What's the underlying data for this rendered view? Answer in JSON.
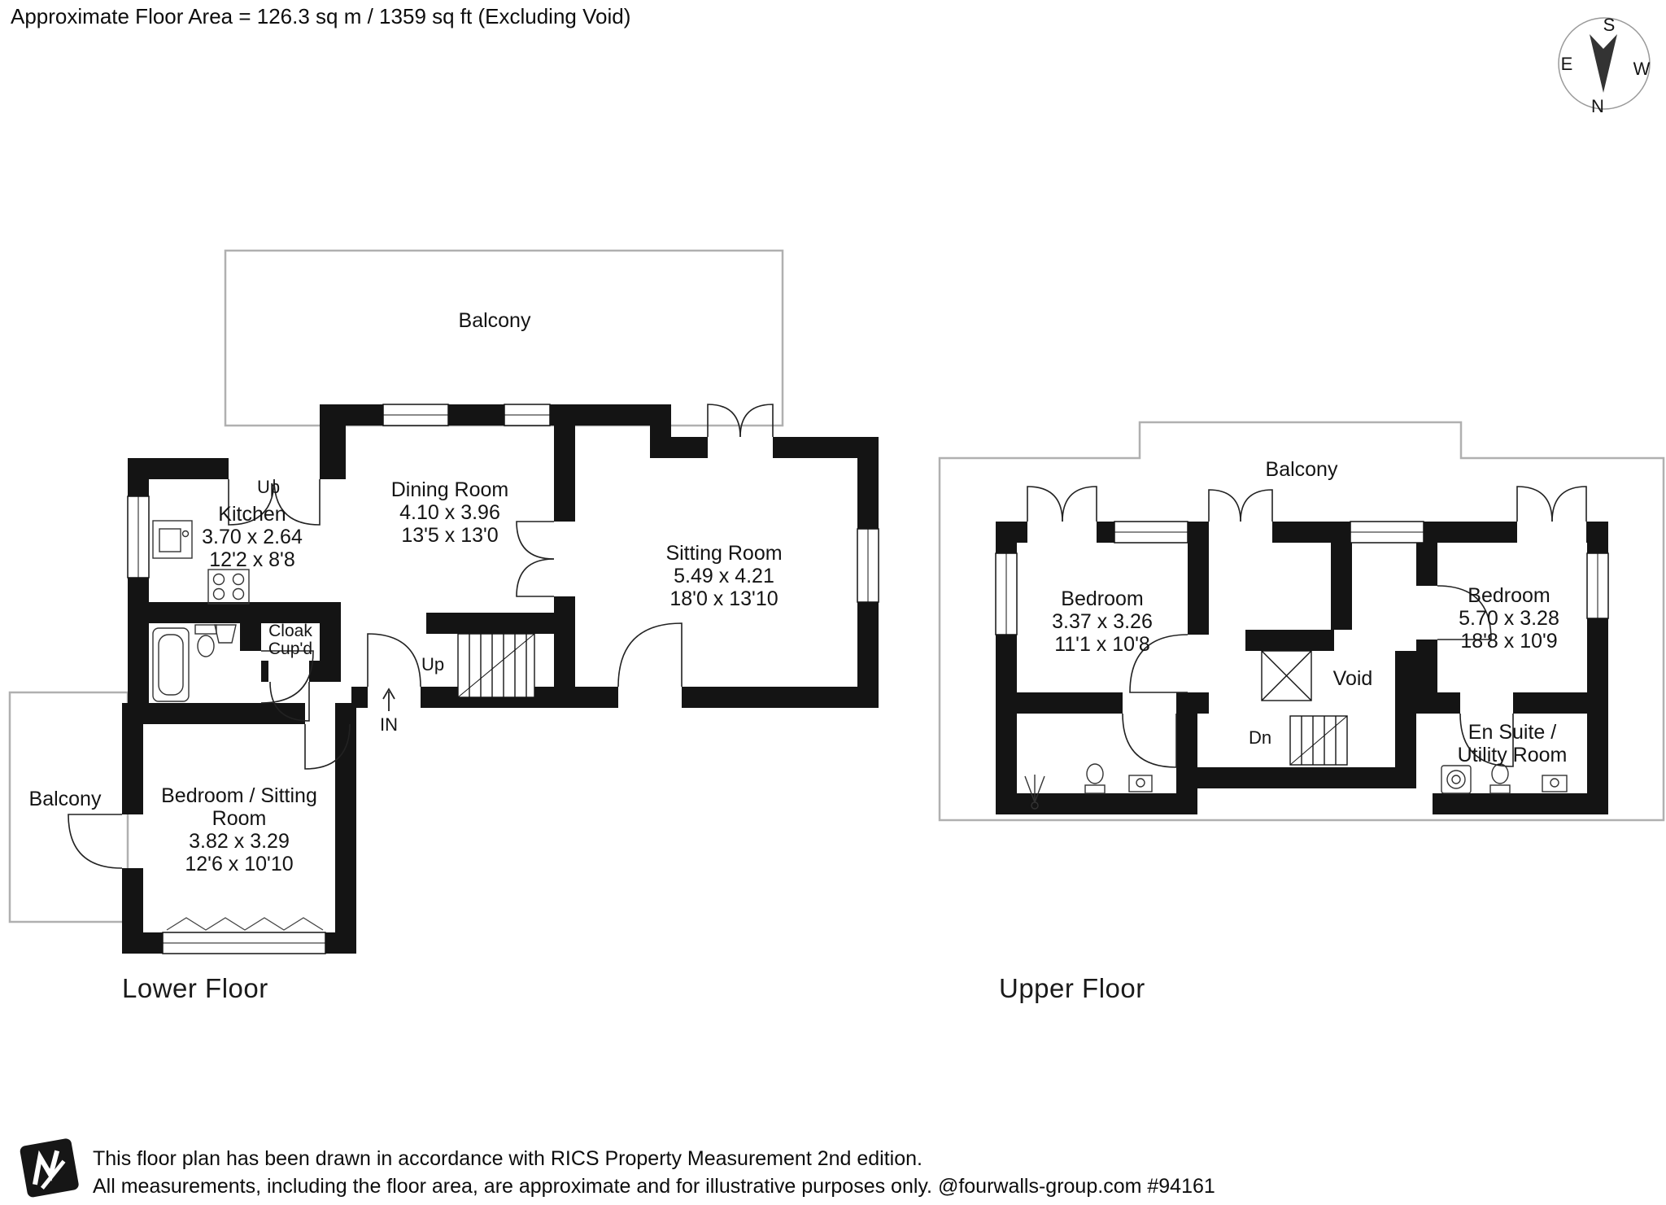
{
  "header": {
    "area_text": "Approximate Floor Area = 126.3 sq m / 1359 sq ft (Excluding Void)"
  },
  "compass": {
    "n": "N",
    "s": "S",
    "e": "E",
    "w": "W"
  },
  "colors": {
    "walls": "#141414",
    "balcony_line": "#b0b0b0",
    "text": "#141414"
  },
  "lower_floor": {
    "title": "Lower Floor",
    "balcony_top_label": "Balcony",
    "balcony_left_label": "Balcony",
    "up_door_label": "Up",
    "up_stairs_label": "Up",
    "entrance_label": "IN",
    "cloak_line1": "Cloak",
    "cloak_line2": "Cup'd",
    "kitchen": {
      "name": "Kitchen",
      "metric": "3.70 x 2.64",
      "imperial": "12'2 x 8'8"
    },
    "dining": {
      "name": "Dining Room",
      "metric": "4.10 x 3.96",
      "imperial": "13'5 x 13'0"
    },
    "sitting": {
      "name": "Sitting Room",
      "metric": "5.49 x 4.21",
      "imperial": "18'0 x 13'10"
    },
    "bedroom": {
      "line1": "Bedroom / Sitting",
      "line2": "Room",
      "metric": "3.82 x 3.29",
      "imperial": "12'6 x 10'10"
    }
  },
  "upper_floor": {
    "title": "Upper Floor",
    "balcony_label": "Balcony",
    "void_label": "Void",
    "down_label": "Dn",
    "ensuite_line1": "En Suite /",
    "ensuite_line2": "Utility Room",
    "bedroom1": {
      "name": "Bedroom",
      "metric": "3.37 x 3.26",
      "imperial": "11'1 x 10'8"
    },
    "bedroom2": {
      "name": "Bedroom",
      "metric": "5.70 x 3.28",
      "imperial": "18'8 x 10'9"
    }
  },
  "footer": {
    "line1": "This floor plan has been drawn in accordance with RICS Property Measurement 2nd edition.",
    "line2": "All measurements, including the floor area, are approximate and for illustrative purposes only. @fourwalls-group.com #94161"
  }
}
